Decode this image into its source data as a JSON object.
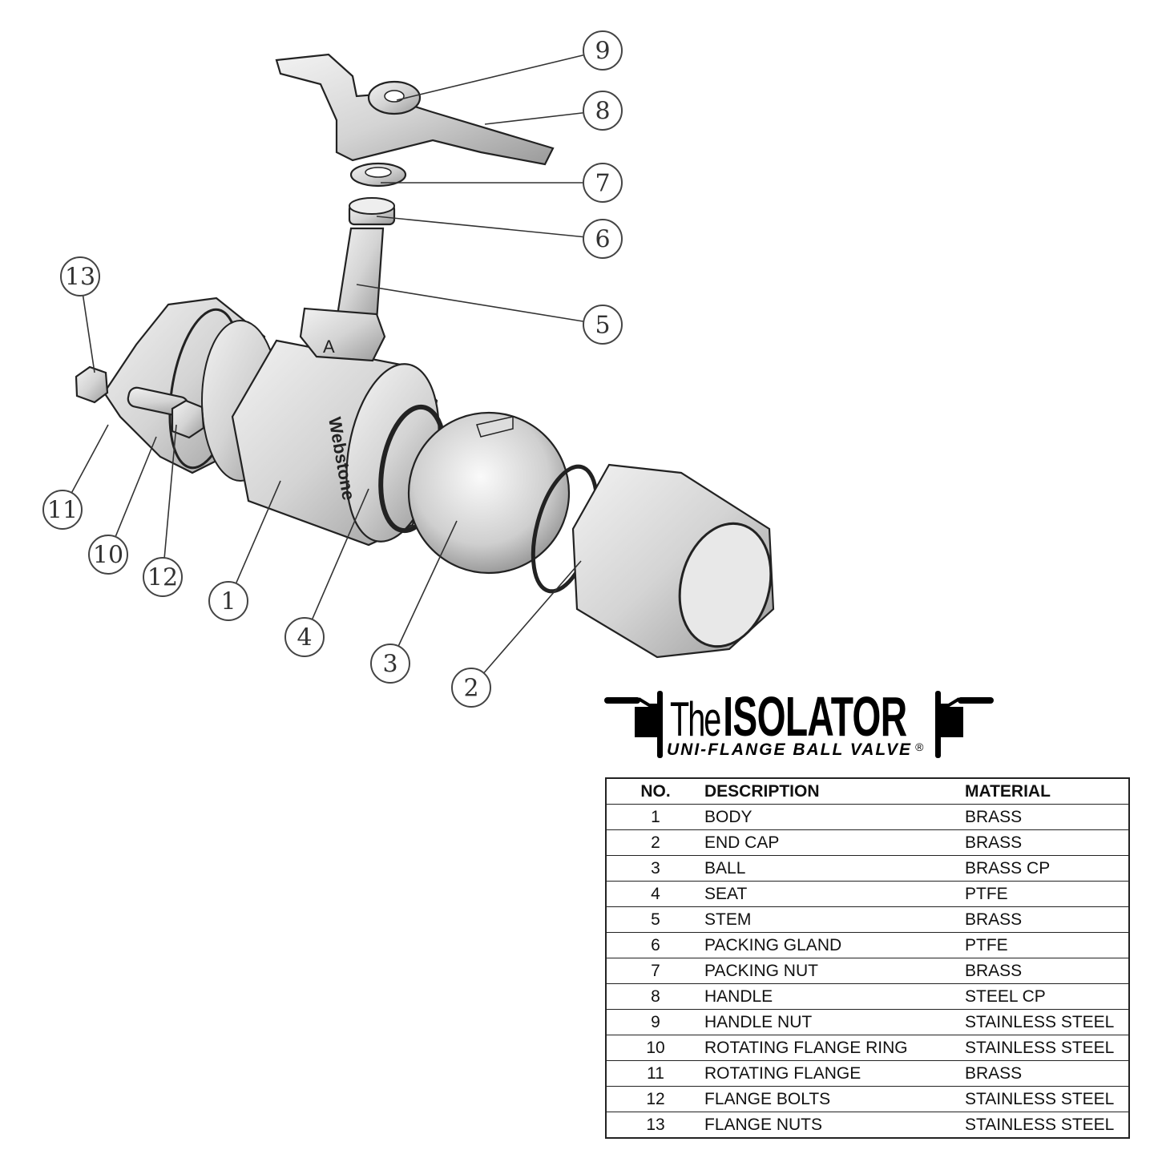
{
  "diagram": {
    "body_markings": {
      "stem_boss_letter": "A",
      "body_brand_text": "Webstone"
    },
    "callouts": [
      {
        "no": "9"
      },
      {
        "no": "8"
      },
      {
        "no": "7"
      },
      {
        "no": "6"
      },
      {
        "no": "5"
      },
      {
        "no": "13"
      },
      {
        "no": "11"
      },
      {
        "no": "10"
      },
      {
        "no": "12"
      },
      {
        "no": "1"
      },
      {
        "no": "4"
      },
      {
        "no": "3"
      },
      {
        "no": "2"
      }
    ]
  },
  "logo": {
    "the": "The",
    "title": "ISOLATOR",
    "subtitle": "UNI-FLANGE BALL VALVE",
    "registered": "®"
  },
  "table": {
    "headers": {
      "no": "NO.",
      "description": "DESCRIPTION",
      "material": "MATERIAL"
    },
    "rows": [
      {
        "no": "1",
        "description": "BODY",
        "material": "BRASS"
      },
      {
        "no": "2",
        "description": "END CAP",
        "material": "BRASS"
      },
      {
        "no": "3",
        "description": "BALL",
        "material": "BRASS CP"
      },
      {
        "no": "4",
        "description": "SEAT",
        "material": "PTFE"
      },
      {
        "no": "5",
        "description": "STEM",
        "material": "BRASS"
      },
      {
        "no": "6",
        "description": "PACKING GLAND",
        "material": "PTFE"
      },
      {
        "no": "7",
        "description": "PACKING NUT",
        "material": "BRASS"
      },
      {
        "no": "8",
        "description": "HANDLE",
        "material": "STEEL CP"
      },
      {
        "no": "9",
        "description": "HANDLE NUT",
        "material": "STAINLESS STEEL"
      },
      {
        "no": "10",
        "description": "ROTATING FLANGE RING",
        "material": "STAINLESS STEEL"
      },
      {
        "no": "11",
        "description": "ROTATING FLANGE",
        "material": "BRASS"
      },
      {
        "no": "12",
        "description": "FLANGE BOLTS",
        "material": "STAINLESS STEEL"
      },
      {
        "no": "13",
        "description": "FLANGE NUTS",
        "material": "STAINLESS STEEL"
      }
    ]
  }
}
